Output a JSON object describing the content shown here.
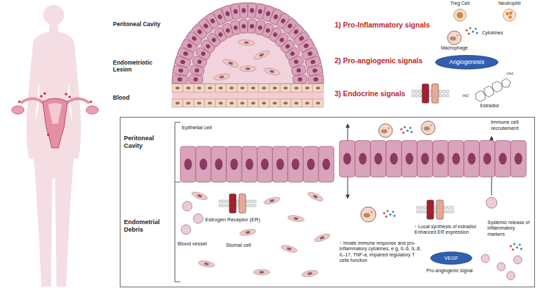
{
  "diagram": {
    "nodes": [
      {
        "text": [
          "Angiogenesis"
        ]
      },
      {
        "text": [
          "VEGF"
        ]
      }
    ],
    "labels": [
      "Peritoneal Cavity",
      "Endometriotic Lesion",
      "Blood",
      "1) Pro-Inflammatory signals",
      "Treg Cell",
      "Neutrophil",
      "Cytokines",
      "Macrophage",
      "2) Pro-angiogenic signals",
      "3) Endocrine signals",
      "Estradiol",
      "OH",
      "HO",
      "Peritoneal Cavity",
      "Endometrial Debris",
      "Epithelial cell",
      "Estrogen Receptor (ER)",
      "Blood vessel",
      "Stomal cell",
      "Immune cell recrutement",
      "↑ Innate immune response and pro-inflammatory cytokines, e.g, IL-6, IL-8, IL-17, TNF-a, impaired regulatory T cells function",
      "↑ Local synthesis of estradiol Enhanced ER expression",
      "Systemic release of inflammatory markers",
      "Pro-angiogenic signal"
    ]
  }
}
